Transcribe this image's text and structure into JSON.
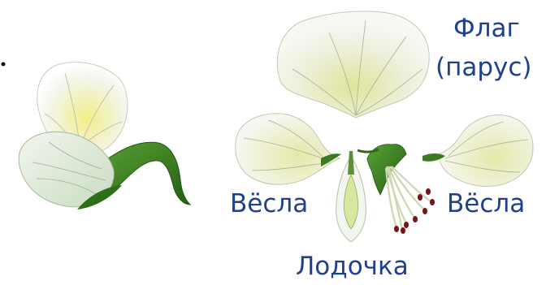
{
  "labels": {
    "flag": "Флаг",
    "parus": "(парус)",
    "vesla_left": "Вёсла",
    "vesla_right": "Вёсла",
    "lodochka": "Лодочка"
  },
  "colors": {
    "label_text": "#1f3f8f",
    "petal_white": "#f4f6f1",
    "petal_yellow": "#e9ec9a",
    "vein": "#9aa588",
    "sepal_green": "#3f8a24",
    "sepal_dark": "#1f5a12",
    "stamen": "#cfd9b8",
    "anther": "#7a1414"
  }
}
